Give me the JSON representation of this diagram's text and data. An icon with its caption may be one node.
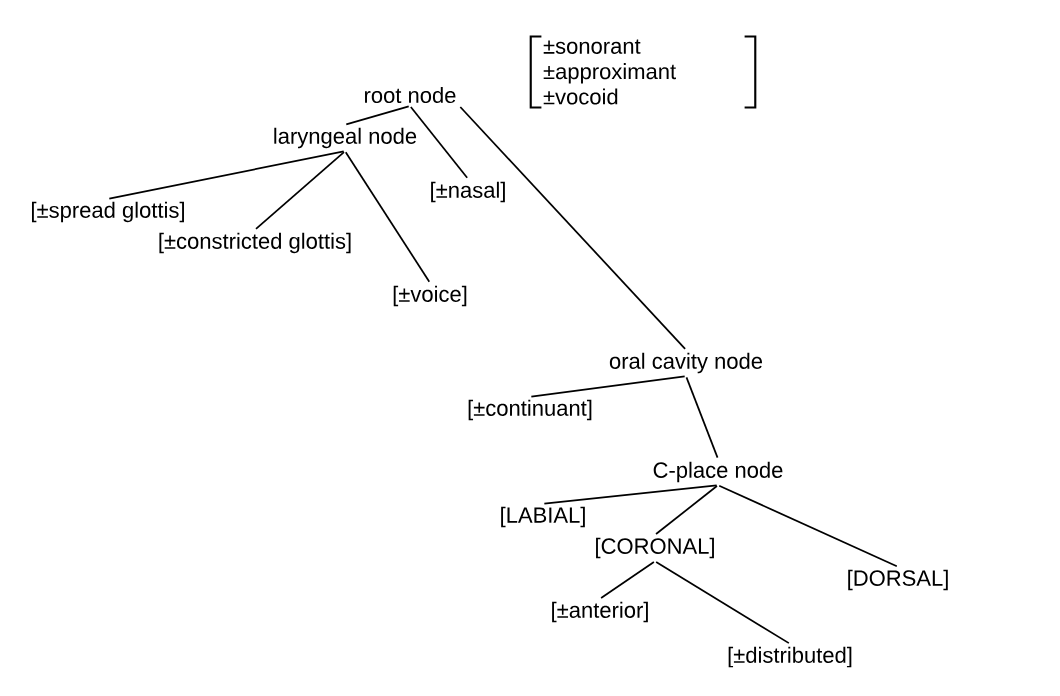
{
  "diagram": {
    "nodes": [
      {
        "text": [
          "root node"
        ]
      },
      {
        "text": [
          "±sonorant",
          "±approximant",
          "±vocoid"
        ]
      },
      {
        "text": [
          "laryngeal node"
        ]
      },
      {
        "text": [
          "[±nasal]"
        ]
      },
      {
        "text": [
          "[±spread glottis]"
        ]
      },
      {
        "text": [
          "[±constricted glottis]"
        ]
      },
      {
        "text": [
          "[±voice]"
        ]
      },
      {
        "text": [
          "oral cavity node"
        ]
      },
      {
        "text": [
          "[±continuant]"
        ]
      },
      {
        "text": [
          "C-place node"
        ]
      },
      {
        "text": [
          "[LABIAL]"
        ]
      },
      {
        "text": [
          "[CORONAL]"
        ]
      },
      {
        "text": [
          "[DORSAL]"
        ]
      },
      {
        "text": [
          "[±anterior]"
        ]
      },
      {
        "text": [
          "[±distributed]"
        ]
      }
    ],
    "edges": [
      {
        "from": 0,
        "to": 2,
        "arrow": "none"
      },
      {
        "from": 0,
        "to": 3,
        "arrow": "none"
      },
      {
        "from": 0,
        "to": 7,
        "arrow": "none"
      },
      {
        "from": 2,
        "to": 4,
        "arrow": "none"
      },
      {
        "from": 2,
        "to": 5,
        "arrow": "none"
      },
      {
        "from": 2,
        "to": 6,
        "arrow": "none"
      },
      {
        "from": 7,
        "to": 8,
        "arrow": "none"
      },
      {
        "from": 7,
        "to": 9,
        "arrow": "none"
      },
      {
        "from": 9,
        "to": 10,
        "arrow": "none"
      },
      {
        "from": 9,
        "to": 11,
        "arrow": "none"
      },
      {
        "from": 9,
        "to": 12,
        "arrow": "none"
      },
      {
        "from": 11,
        "to": 13,
        "arrow": "none"
      },
      {
        "from": 11,
        "to": 14,
        "arrow": "none"
      }
    ]
  }
}
